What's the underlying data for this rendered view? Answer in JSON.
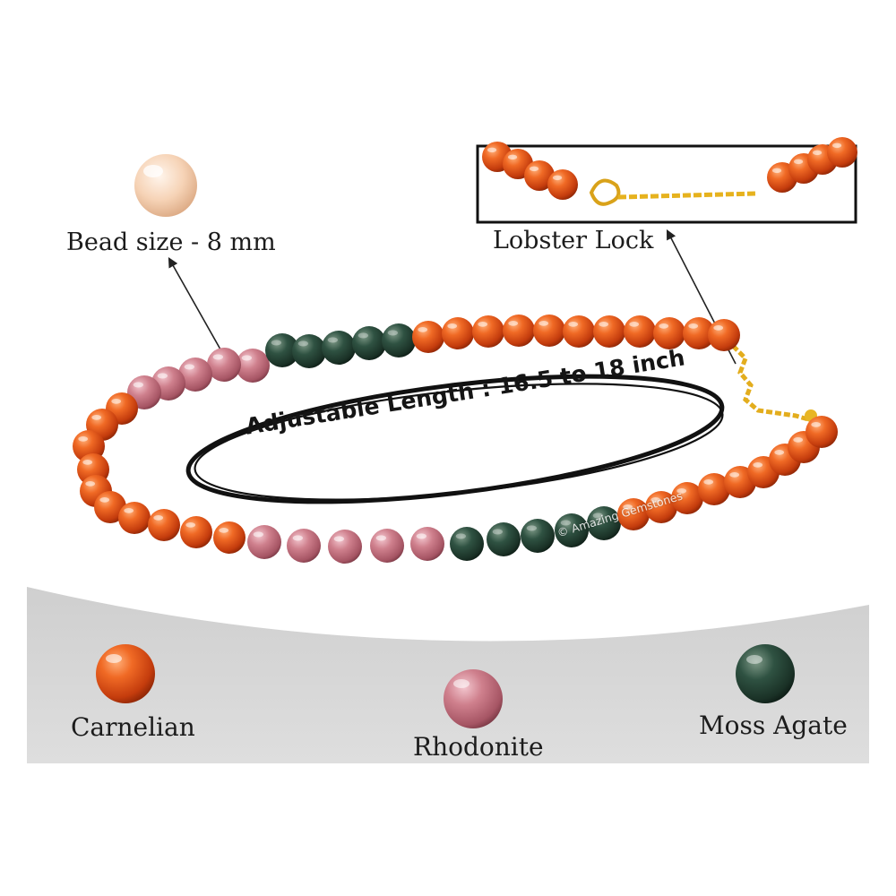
{
  "labels": {
    "bead_size": "Bead size - 8 mm",
    "lobster_lock": "Lobster  Lock",
    "adjustable_length": "Adjustable Length : 16.5 to 18 inch",
    "watermark": "© Amazing Gemstones"
  },
  "stones": [
    {
      "name": "Carnelian",
      "color": "#e2541a"
    },
    {
      "name": "Rhodonite",
      "color": "#c9727f"
    },
    {
      "name": "Moss Agate",
      "color": "#2b4a3a"
    }
  ],
  "colors": {
    "carnelian": "#e2541a",
    "rhodonite": "#c9727f",
    "moss_agate": "#2b4a3a",
    "gold": "#e6b21e",
    "bead_size_sample": "#f7d7bd",
    "backdrop": "#d9d9d9"
  },
  "icons": [
    "bead-size-sample-icon",
    "lobster-lock-inset",
    "necklace-image",
    "arrow-icon"
  ]
}
